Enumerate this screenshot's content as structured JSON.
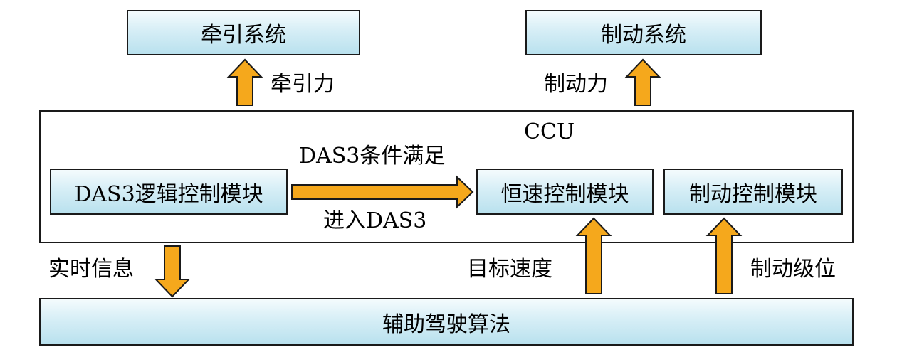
{
  "diagram": {
    "boxes": {
      "traction_system": "牵引系统",
      "braking_system": "制动系统",
      "das3_logic": "DAS3逻辑控制模块",
      "constant_speed": "恒速控制模块",
      "brake_control": "制动控制模块",
      "assist_algorithm": "辅助驾驶算法"
    },
    "container": {
      "title": "CCU"
    },
    "edge_labels": {
      "traction_force": "牵引力",
      "braking_force": "制动力",
      "das3_condition": "DAS3条件满足",
      "enter_das3": "进入DAS3",
      "realtime_info": "实时信息",
      "target_speed": "目标速度",
      "brake_level": "制动级位"
    },
    "colors": {
      "box_fill_top": "#f4fbfd",
      "box_fill_bottom": "#b9e1ee",
      "arrow_fill": "#f5a81c",
      "stroke": "#1a1a1a"
    }
  }
}
